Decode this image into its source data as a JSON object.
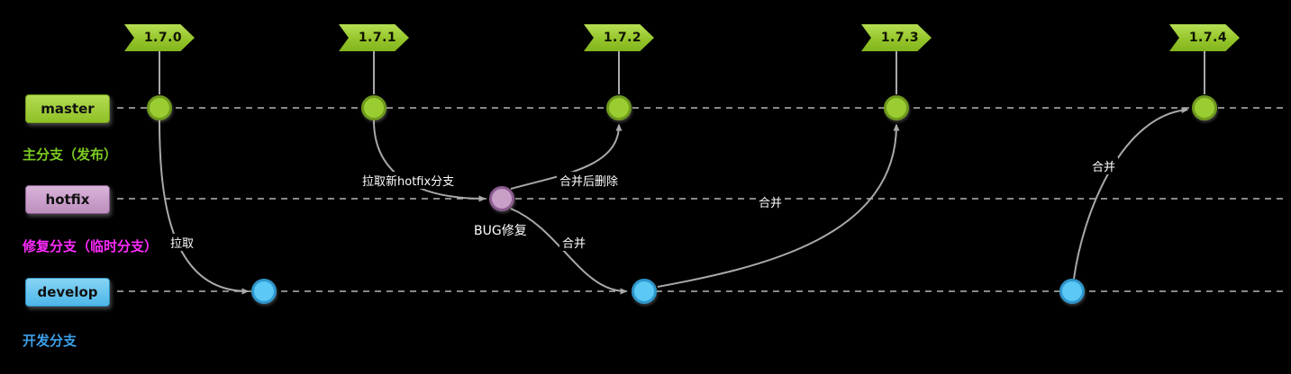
{
  "diagram": {
    "background": "#000000",
    "type": "gitflow-hotfix-branch-diagram"
  },
  "branches": [
    {
      "id": "master",
      "label": "master",
      "subtitle": "主分支（发布）",
      "color": "#9ACD32"
    },
    {
      "id": "hotfix",
      "label": "hotfix",
      "subtitle": "修复分支（临时分支）",
      "color": "#C8A2C8"
    },
    {
      "id": "develop",
      "label": "develop",
      "subtitle": "开发分支",
      "color": "#5BC8F5"
    }
  ],
  "tags": [
    {
      "label": "1.7.0"
    },
    {
      "label": "1.7.1"
    },
    {
      "label": "1.7.2"
    },
    {
      "label": "1.7.3"
    },
    {
      "label": "1.7.4"
    }
  ],
  "edges": [
    {
      "from": "master-1.7.0",
      "to": "develop",
      "label": "拉取"
    },
    {
      "from": "master-1.7.1",
      "to": "hotfix",
      "label": "拉取新hotfix分支"
    },
    {
      "from": "hotfix",
      "to": "master-1.7.2",
      "label": "合并后删除"
    },
    {
      "from": "hotfix",
      "to": "develop",
      "label": "合并"
    },
    {
      "from": "develop",
      "to": "master-1.7.3",
      "label": "合并"
    },
    {
      "from": "develop",
      "to": "master-1.7.4",
      "label": "合并"
    }
  ],
  "nodes": {
    "hotfix_commit_label": "BUG修复"
  },
  "colors": {
    "edge": "#A9A9A9",
    "dashed_line": "#B5B5B5",
    "edge_label_text": "#FFFFFF"
  }
}
